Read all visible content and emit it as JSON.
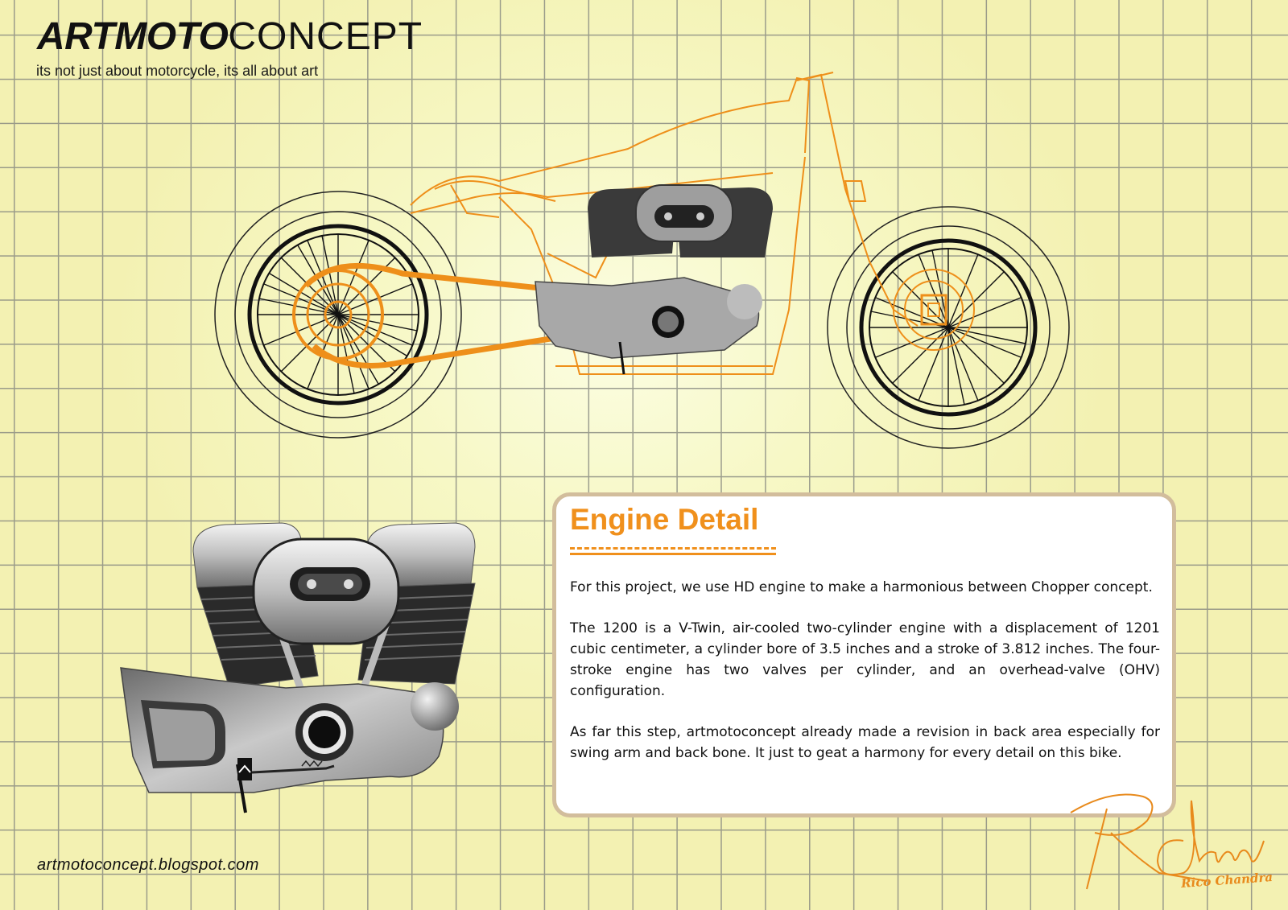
{
  "brand": {
    "title_bold": "ARTMOTO",
    "title_light": "CONCEPT",
    "tagline": "its not just about motorcycle, its all about art",
    "website": "artmotoconcept.blogspot.com"
  },
  "card": {
    "title": "Engine Detail",
    "paragraphs": [
      "For this project, we use HD engine to make a harmonious between Chopper concept.",
      "The 1200 is a V-Twin, air-cooled two-cylinder engine with a displacement of 1201 cubic centimeter, a cylinder bore of 3.5 inches and a stroke of 3.812 inches. The four-stroke engine has two valves per cylinder, and an overhead-valve (OHV) configuration.",
      "As far this step, artmotoconcept already made a revision in back area especially for swing arm and back bone. It just to geat a harmony for every detail on this bike."
    ]
  },
  "signature": {
    "name": "Rico Chandra"
  },
  "colors": {
    "accent": "#f0901c",
    "card_border": "#d2bd9c",
    "background": "#f7f8c6",
    "grid": "#8b8d83"
  }
}
